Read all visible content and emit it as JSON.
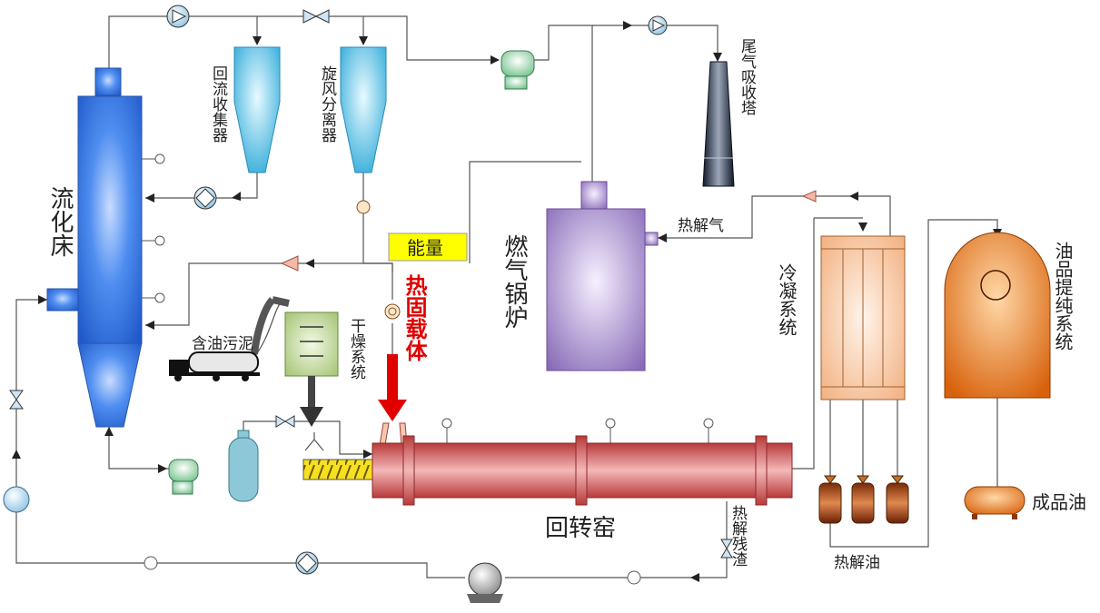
{
  "labels": {
    "fluidized_bed": "流化床",
    "reflux_collector": "回流收集器",
    "cyclone": "旋风分离器",
    "tail_gas_tower": "尾气吸收塔",
    "gas_boiler": "燃气锅炉",
    "energy": "能量",
    "hot_solid_carrier": "热固载体",
    "pyrolysis_gas": "热解气",
    "condenser": "冷凝系统",
    "oil_refining": "油品提纯系统",
    "oily_sludge": "含油污泥",
    "drying_system": "干燥系统",
    "rotary_kiln": "回转窑",
    "pyrolysis_residue": "热解残渣",
    "pyrolysis_oil": "热解油",
    "product_oil": "成品油"
  },
  "colors": {
    "fluidized_bed": "#2f6fd8",
    "cyclone": "#4ab8dd",
    "tower": "#1a2233",
    "boiler": "#8f73b8",
    "kiln": "#c24444",
    "condenser": "#f2b888",
    "oil_system": "#e0721c",
    "dryer": "#b8d08a",
    "energy_bg": "#ffff00",
    "hot_carrier_arrow": "#e00000"
  }
}
